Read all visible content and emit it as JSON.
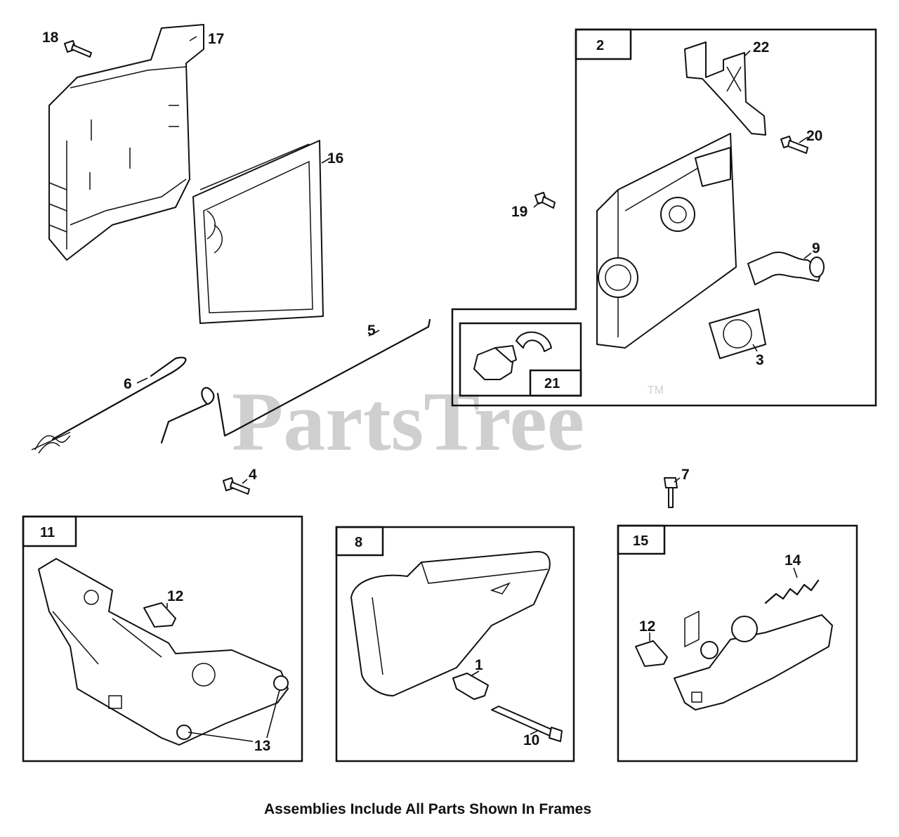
{
  "watermark": {
    "text": "PartsTree",
    "trademark": "TM"
  },
  "caption": "Assemblies Include All Parts Shown In Frames",
  "callouts": {
    "c1": "1",
    "c3": "3",
    "c4": "4",
    "c5": "5",
    "c6": "6",
    "c7": "7",
    "c9": "9",
    "c10": "10",
    "c12a": "12",
    "c12b": "12",
    "c13": "13",
    "c14": "14",
    "c16": "16",
    "c17": "17",
    "c18": "18",
    "c19": "19",
    "c20": "20",
    "c22": "22"
  },
  "frames": {
    "f2": "2",
    "f21": "21",
    "f11": "11",
    "f8": "8",
    "f15": "15"
  },
  "colors": {
    "ink": "#111111",
    "watermark": "#cfcfcf",
    "background": "#ffffff"
  }
}
